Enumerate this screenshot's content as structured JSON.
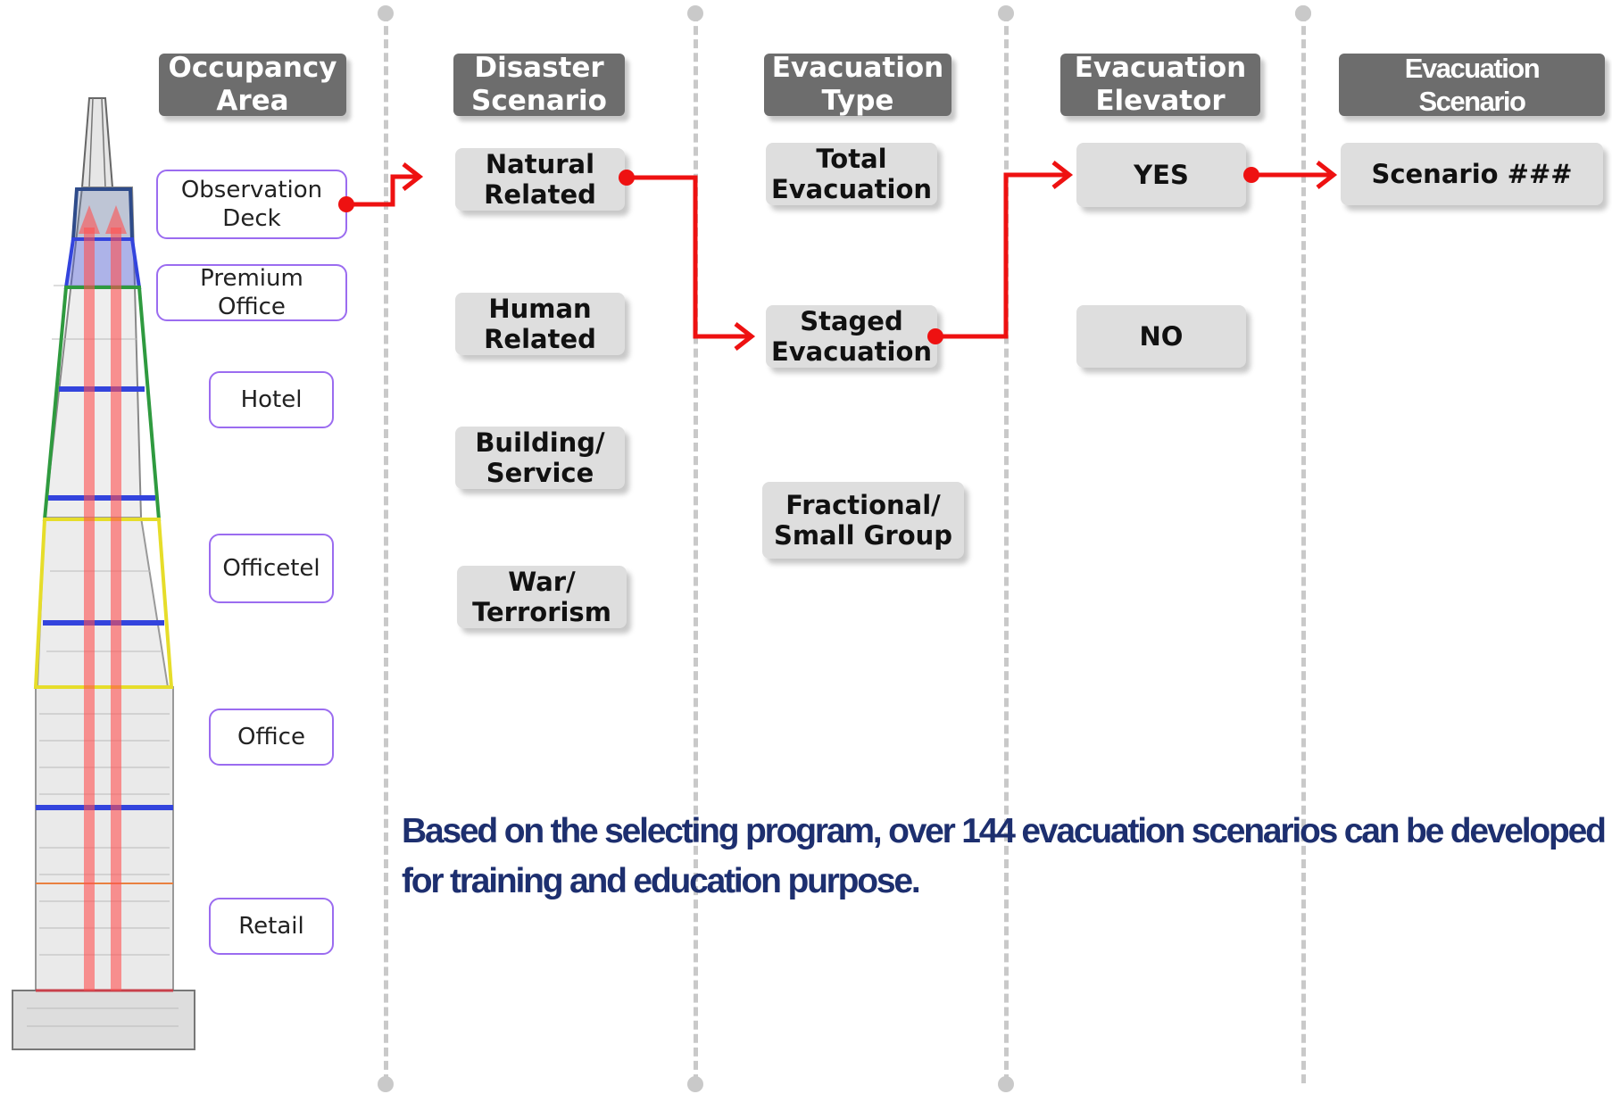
{
  "columns": {
    "occupancy_area": {
      "header": "Occupancy\nArea"
    },
    "disaster_scenario": {
      "header": "Disaster\nScenario"
    },
    "evacuation_type": {
      "header": "Evacuation\nType"
    },
    "evacuation_elevator": {
      "header": "Evacuation\nElevator"
    },
    "evacuation_scenario": {
      "header": "Evacuation\nScenario"
    }
  },
  "occupancy_areas": [
    "Observation\nDeck",
    "Premium\nOffice",
    "Hotel",
    "Officetel",
    "Office",
    "Retail"
  ],
  "disaster_scenarios": [
    "Natural\nRelated",
    "Human\nRelated",
    "Building/\nService",
    "War/\nTerrorism"
  ],
  "evacuation_types": [
    "Total\nEvacuation",
    "Staged\nEvacuation",
    "Fractional/\nSmall Group"
  ],
  "evacuation_elevator_options": [
    "YES",
    "NO"
  ],
  "evacuation_scenario_result": "Scenario ###",
  "selected_path": [
    "Observation Deck",
    "Natural Related",
    "Staged Evacuation",
    "YES",
    "Scenario ###"
  ],
  "note": {
    "line1": "Based on the selecting program, over 144 evacuation scenarios can be developed",
    "line2": "for  training and education purpose."
  },
  "colors": {
    "header_bg": "#6d6d6d",
    "option_bg": "#dedede",
    "occupancy_border": "#9b6cf0",
    "path": "#ee1111",
    "note_text": "#1d2f6f",
    "divider": "#c9c9c9"
  }
}
